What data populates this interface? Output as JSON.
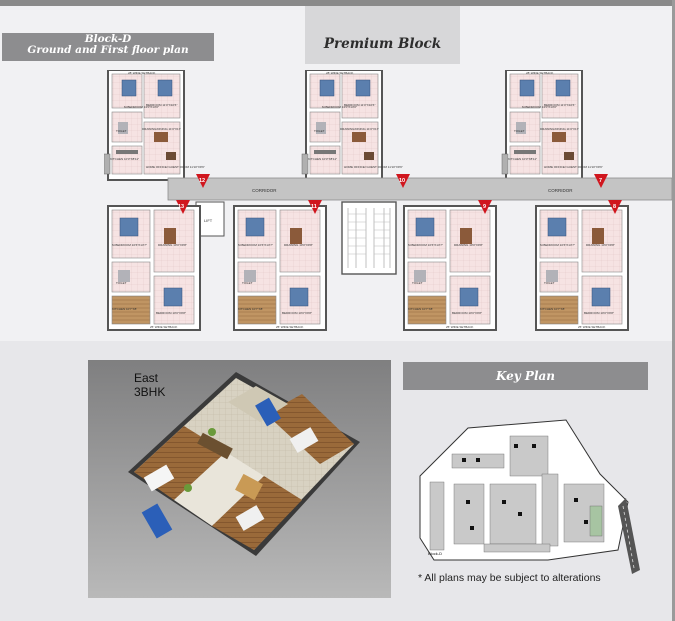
{
  "headers": {
    "block_line1": "Block-D",
    "block_line2": "Ground and First floor plan",
    "premium": "Premium Block",
    "key_plan": "Key Plan"
  },
  "corridor_label": "CORRIDOR",
  "lift_label": "LIFT",
  "units_top": [
    {
      "number": "12",
      "north_road": "28' WIDE SETBACK",
      "bed1": "M.BEDROOM 14'0\"X13'0\"",
      "bed2": "BEDROOM 11'0\"X10'6\"",
      "living": "DRAWING/DINING 11'0\"X17'",
      "toilet": "TOILET",
      "kitchen": "KITCHEN 10'3\"X8'11\"",
      "study": "HOME OFFICE/ GUEST ROOM 11'10\"X9'6\""
    },
    {
      "number": "10",
      "north_road": "28' WIDE SETBACK",
      "bed1": "M.BEDROOM 14'0\"X13'0\"",
      "bed2": "BEDROOM 11'0\"X10'6\"",
      "living": "DRAWING/DINING 11'0\"X17'",
      "toilet": "TOILET",
      "kitchen": "KITCHEN 10'3\"X8'11\"",
      "study": "HOME OFFICE/ GUEST ROOM 11'10\"X9'6\""
    },
    {
      "number": "7",
      "north_road": "28' WIDE SETBACK",
      "bed1": "M.BEDROOM 14'0\"X13'0\"",
      "bed2": "BEDROOM 11'0\"X10'6\"",
      "living": "DRAWING/DINING 11'0\"X17'",
      "toilet": "TOILET",
      "kitchen": "KITCHEN 10'3\"X8'11\"",
      "study": "HOME OFFICE/ GUEST ROOM 11'10\"X9'6\""
    }
  ],
  "units_bottom": [
    {
      "number": "13",
      "south_road": "25' WIDE SETBACK",
      "bed1": "M.BEDROOM 10'6\"X13'7\"",
      "bed2": "BEDROOM 10'0\"X9'8\"",
      "living": "DRAWING 10'0\"X9'8\"",
      "toilet": "TOILET",
      "kitchen": "KITCHEN 10'7\"X8'"
    },
    {
      "number": "11",
      "south_road": "25' WIDE SETBACK",
      "bed1": "M.BEDROOM 10'6\"X13'7\"",
      "bed2": "BEDROOM 10'0\"X9'8\"",
      "living": "DRAWING 10'0\"X9'8\"",
      "toilet": "TOILET",
      "kitchen": "KITCHEN 10'7\"X8'"
    },
    {
      "number": "9",
      "south_road": "25' WIDE SETBACK",
      "bed1": "M.BEDROOM 10'6\"X13'7\"",
      "bed2": "BEDROOM 10'0\"X9'8\"",
      "living": "DRAWING 10'0\"X9'8\"",
      "toilet": "TOILET",
      "kitchen": "KITCHEN 10'7\"X8'"
    },
    {
      "number": "8",
      "south_road": "25' WIDE SETBACK",
      "bed1": "M.BEDROOM 10'6\"X13'7\"",
      "bed2": "BEDROOM 10'0\"X9'8\"",
      "living": "DRAWING 10'0\"X9'8\"",
      "toilet": "TOILET",
      "kitchen": "KITCHEN 10'7\"X8'"
    }
  ],
  "photo_label": {
    "line1": "East",
    "line2": "3BHK"
  },
  "key_plan_block_label": "Block-D",
  "note": "* All plans may be subject to alterations",
  "colors": {
    "banner_dark": "#8d8d8f",
    "banner_light": "#d7d7d9",
    "corridor": "#c4c4c4",
    "marker": "#d0161e",
    "floor_tile": "#f4dede",
    "wood": "#b88a55"
  }
}
